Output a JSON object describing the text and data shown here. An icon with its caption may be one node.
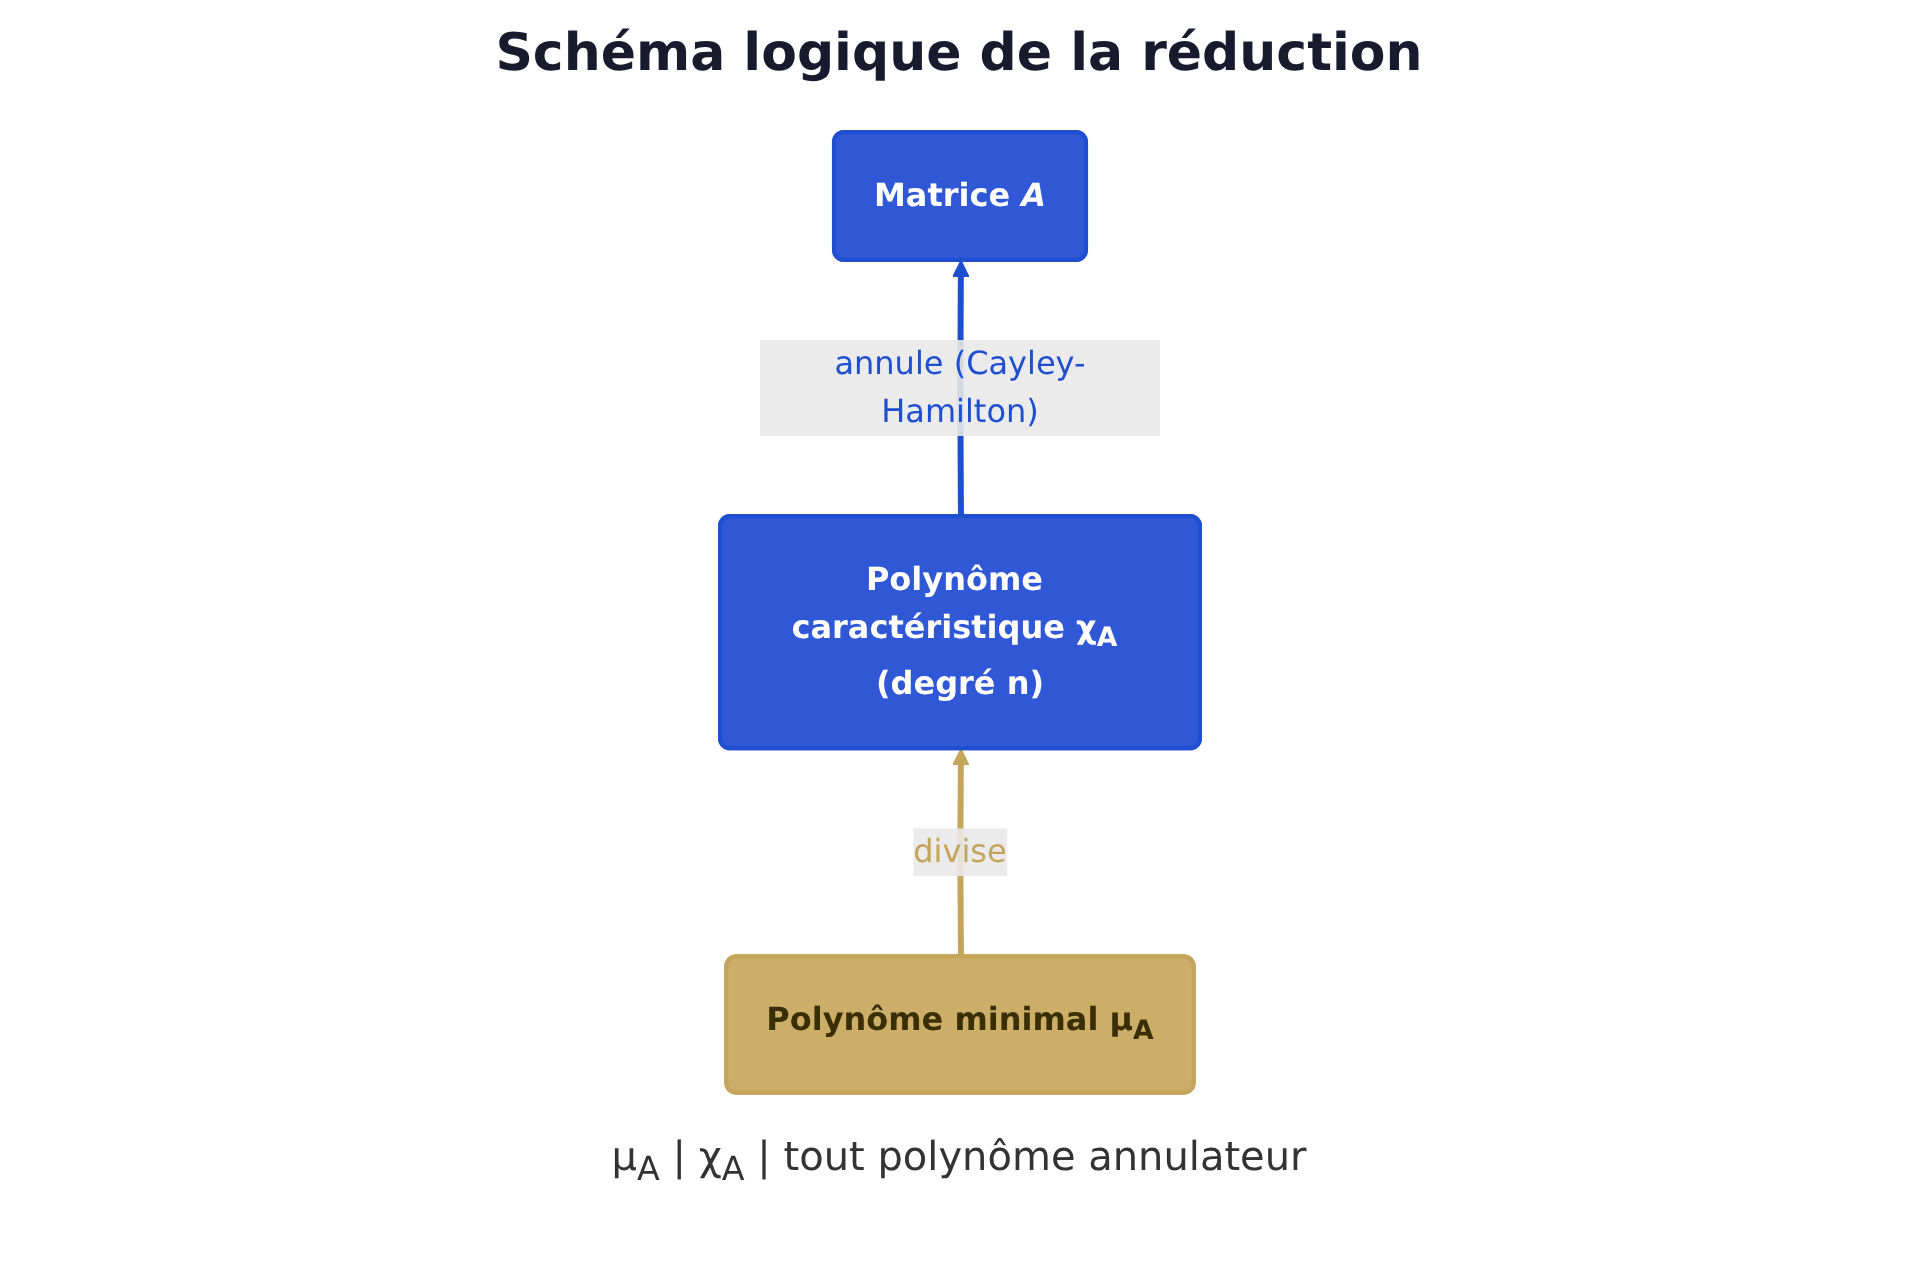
{
  "diagram": {
    "title": "Schéma logique de la réduction",
    "nodes": [
      {
        "text": [
          "Polynôme caractéristique χ$_{A}$ (degré n)"
        ]
      },
      {
        "text": [
          "Matrice *A*"
        ]
      },
      {
        "text": [
          "Polynôme minimal μ$_{A}$"
        ]
      }
    ],
    "edges": [
      {
        "from": 0,
        "to": 1,
        "arrow": "to",
        "label": "annule (Cayley-Hamilton)",
        "color": "#1f4fd1"
      },
      {
        "from": 2,
        "to": 0,
        "arrow": "to",
        "label": "divise",
        "color": "#c4a55a"
      }
    ],
    "labels": [
      "μ$_{A}$ | χ$_{A}$ | tout polynôme annulateur"
    ]
  }
}
